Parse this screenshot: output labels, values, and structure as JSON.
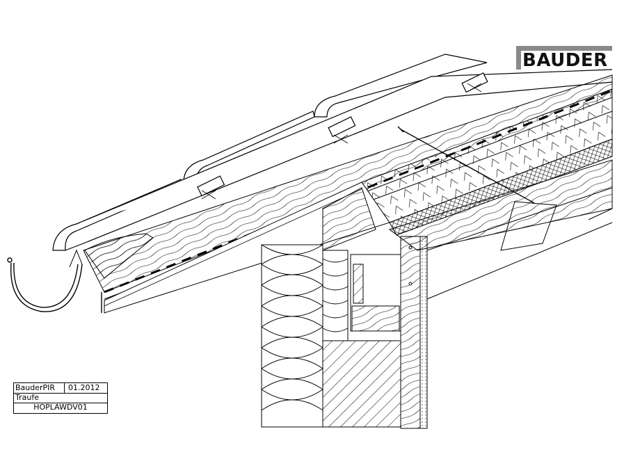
{
  "logo": {
    "text": "BAUDER",
    "accent_color": "#8a8a8a"
  },
  "title_block": {
    "project": "BauderPIR",
    "date": "01.2012",
    "detail": "Traufe",
    "code": "HOPLAWDV01"
  },
  "layers": [
    "gutter-icon",
    "roof-tiles",
    "battens",
    "counter-battens",
    "underlay-membrane",
    "pir-insulation",
    "rafter",
    "wall-insulation",
    "masonry-wall",
    "timber-beam",
    "cladding-board",
    "fastening-screw"
  ]
}
